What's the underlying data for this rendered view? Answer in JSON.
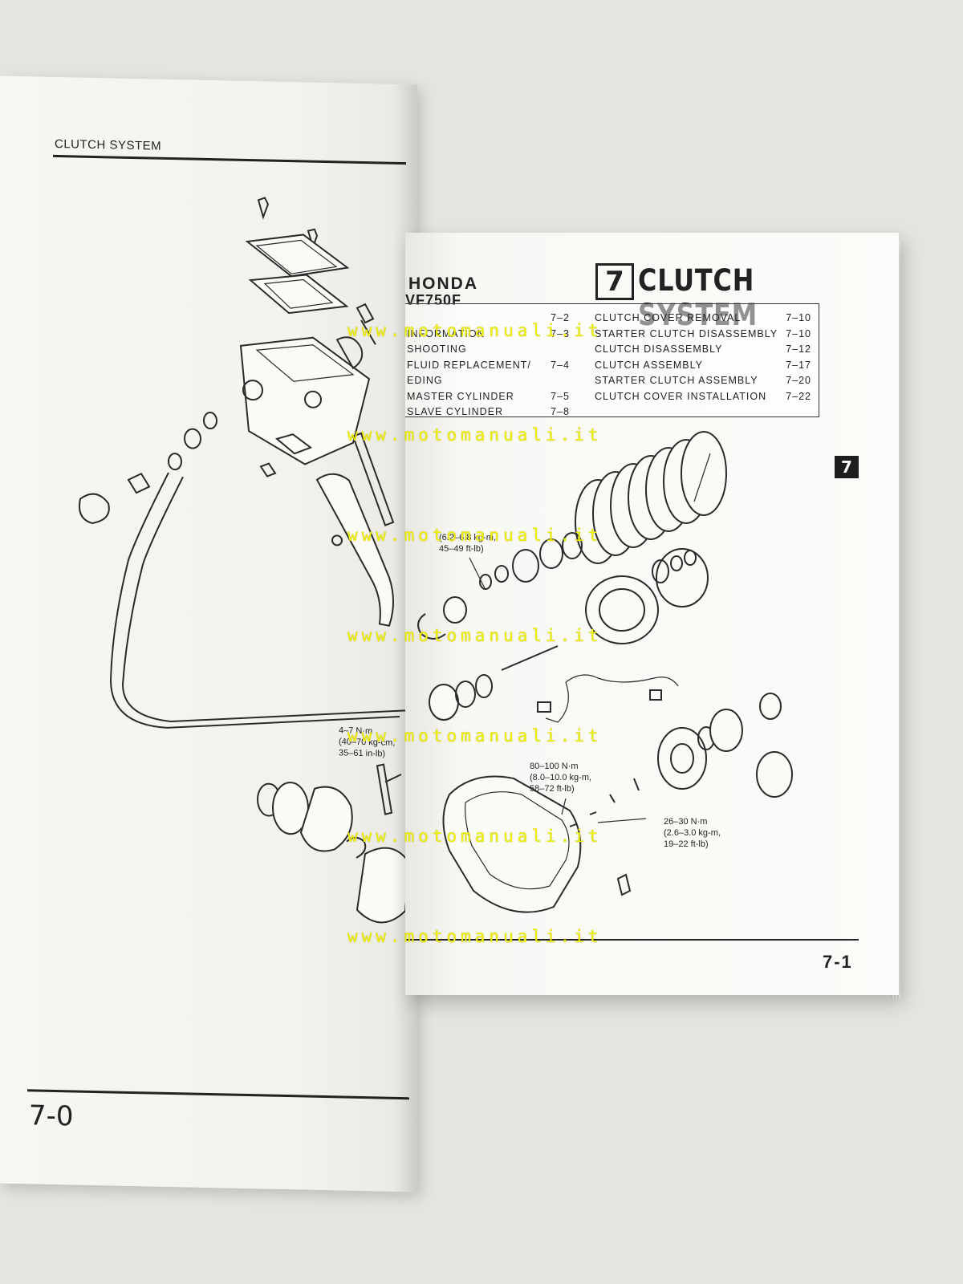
{
  "left_page": {
    "header": "CLUTCH SYSTEM",
    "page_number": "7-0",
    "torque_labels": [
      "4–7 N·m\n(40–70 kg-cm,\n35–61 in-lb)"
    ]
  },
  "right_page": {
    "brand": "HONDA",
    "model": "VF750F",
    "chapter_number": "7",
    "chapter_title": "CLUTCH SYSTEM",
    "tab_number": "7",
    "toc_left": [
      {
        "label": "",
        "page": "7–2"
      },
      {
        "label": "INFORMATION",
        "page": "7–3"
      },
      {
        "label": "SHOOTING",
        "page": ""
      },
      {
        "label": "FLUID REPLACEMENT/",
        "page": "7–4"
      },
      {
        "label": "EDING",
        "page": ""
      },
      {
        "label": "MASTER CYLINDER",
        "page": "7–5"
      },
      {
        "label": "SLAVE CYLINDER",
        "page": "7–8"
      }
    ],
    "toc_right": [
      {
        "label": "CLUTCH COVER REMOVAL",
        "page": "7–10"
      },
      {
        "label": "STARTER CLUTCH DISASSEMBLY",
        "page": "7–10"
      },
      {
        "label": "CLUTCH DISASSEMBLY",
        "page": "7–12"
      },
      {
        "label": "CLUTCH ASSEMBLY",
        "page": "7–17"
      },
      {
        "label": "STARTER CLUTCH ASSEMBLY",
        "page": "7–20"
      },
      {
        "label": "CLUTCH COVER INSTALLATION",
        "page": "7–22"
      }
    ],
    "torque_labels": [
      "(6.2–6.8 kg-m,\n45–49 ft-lb)",
      "80–100 N·m\n(8.0–10.0 kg-m,\n58–72 ft-lb)",
      "26–30 N·m\n(2.6–3.0 kg-m,\n19–22 ft-lb)"
    ],
    "page_number": "7-1"
  },
  "watermark": {
    "text": "www.motomanuali.it",
    "color": "#f1f20a"
  }
}
